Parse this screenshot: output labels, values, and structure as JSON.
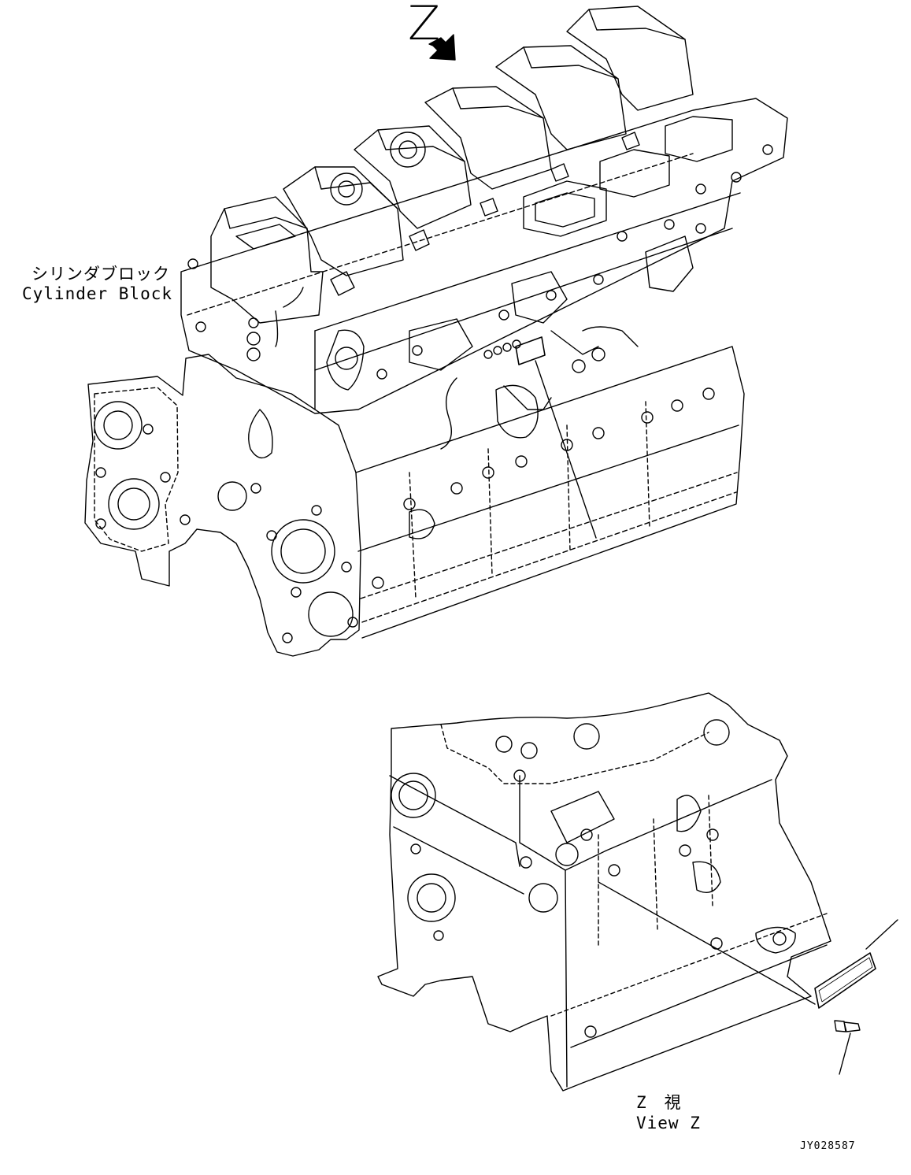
{
  "labels": {
    "view_letter": "Z",
    "cylinder_block_jp": "シリンダブロック",
    "cylinder_block_en": "Cylinder Block",
    "view_z_jp": "Z　視",
    "view_z_en": "View Z",
    "drawing_code": "JY028587"
  },
  "colors": {
    "line": "#000000",
    "background": "#ffffff"
  }
}
